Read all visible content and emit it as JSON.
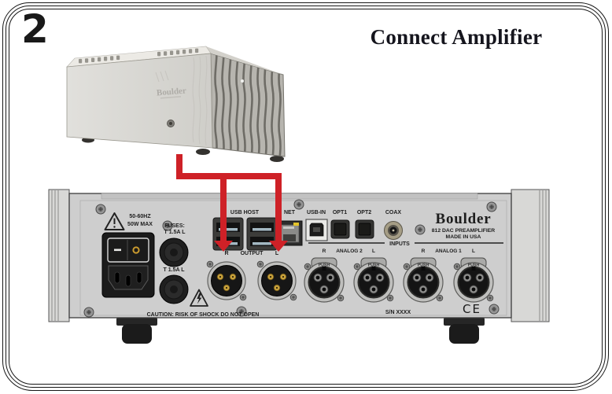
{
  "figure": {
    "step_number": "2",
    "title": "Connect Amplifier"
  },
  "amplifier": {
    "brand_logo": "Boulder"
  },
  "rear_panel": {
    "power": {
      "frequency": "50-60HZ",
      "max_power": "50W MAX",
      "fuses_heading": "FUSES:",
      "fuse_rating_1": "T 1.5A L",
      "fuse_rating_2": "T 1.5A L"
    },
    "digital_ports": {
      "usb_host": "USB HOST",
      "net": "NET",
      "usb_in": "USB-IN",
      "opt1": "OPT1",
      "opt2": "OPT2",
      "coax": "COAX"
    },
    "outputs": {
      "right": "R",
      "group": "OUTPUT",
      "left": "L"
    },
    "inputs": {
      "heading": "INPUTS",
      "push_tab": "PUSH",
      "analog2": {
        "right": "R",
        "name": "ANALOG 2",
        "left": "L"
      },
      "analog1": {
        "right": "R",
        "name": "ANALOG 1",
        "left": "L"
      }
    },
    "branding": {
      "logo": "Boulder",
      "model": "812 DAC PREAMPLIFIER",
      "origin": "MADE IN USA"
    },
    "caution_text": "CAUTION: RISK OF SHOCK DO NOT OPEN",
    "serial_number": "S/N XXXX",
    "ce_mark": "CE"
  },
  "colors": {
    "arrow_red": "#ce2127",
    "chassis_gray": "#cecece",
    "frame_line": "#161616"
  }
}
